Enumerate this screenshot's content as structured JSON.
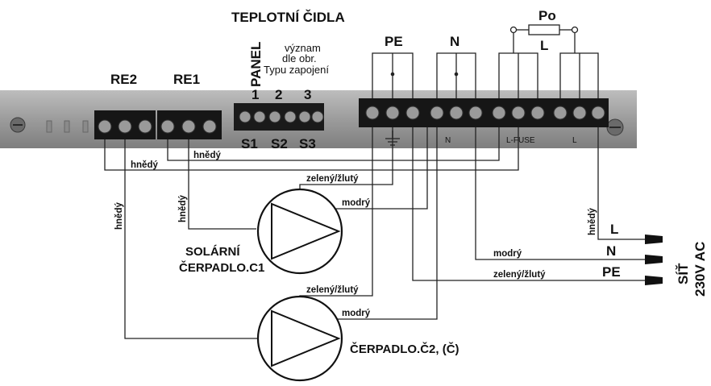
{
  "header": {
    "sensors_title": "TEPLOTNÍ ČIDLA",
    "panel_label": "PANEL",
    "meaning_line1": "význam",
    "meaning_line2": "dle obr.",
    "meaning_line3": "Typu zapojení"
  },
  "relays": [
    "RE2",
    "RE1"
  ],
  "sensor_numbers": [
    "1",
    "2",
    "3"
  ],
  "sensor_names": [
    "S1",
    "S2",
    "S3"
  ],
  "terminal_groups": {
    "pe": "PE",
    "n": "N",
    "l": "L",
    "fuse": "Po"
  },
  "board_marks": {
    "n": "N",
    "lfuse": "L-FUSE",
    "l": "L"
  },
  "wire_labels": {
    "brown_top": "hnědý",
    "brown_vert_left": "hnědý",
    "brown_vert_mid": "hnědý",
    "brown_vert_right": "hnědý",
    "green_yellow_1": "zelený/žlutý",
    "blue_1": "modrý",
    "green_yellow_2": "zelený/žlutý",
    "blue_2": "modrý",
    "blue_mains": "modrý",
    "green_yellow_mains": "zelený/žlutý"
  },
  "pumps": {
    "pump1_line1": "SOLÁRNÍ",
    "pump1_line2": "ČERPADLO.C1",
    "pump2": "ČERPADLO.Č2, (Č)"
  },
  "mains": {
    "l": "L",
    "n": "N",
    "pe": "PE",
    "title_line1": "SÍŤ",
    "title_line2": "230V AC"
  }
}
